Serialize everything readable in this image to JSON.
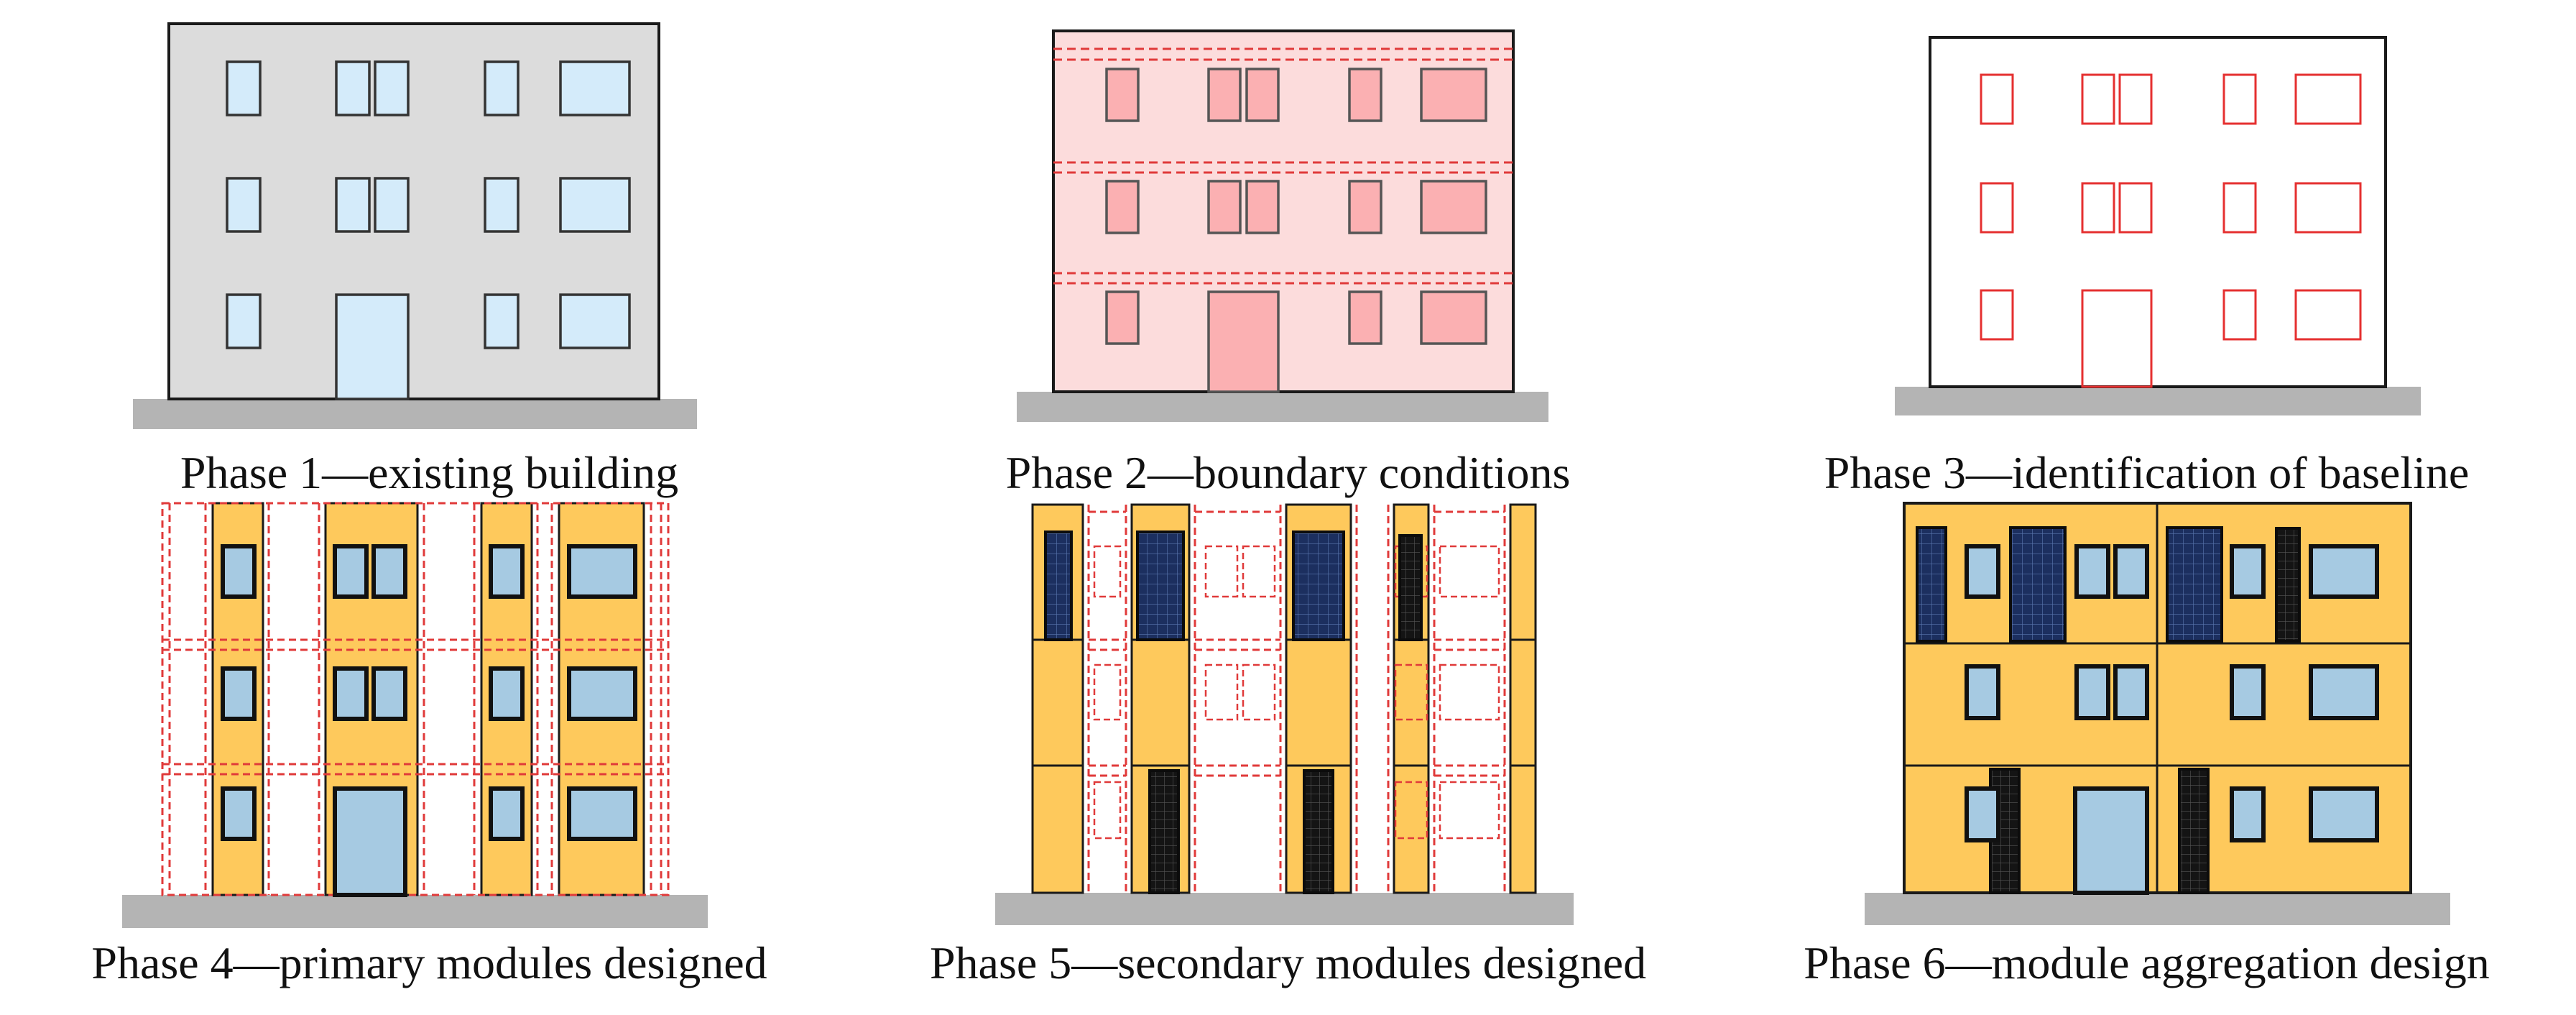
{
  "panels": [
    {
      "id": "phase-1",
      "caption": "Phase 1—existing building"
    },
    {
      "id": "phase-2",
      "caption": "Phase 2—boundary conditions"
    },
    {
      "id": "phase-3",
      "caption": "Phase 3—identification of baseline"
    },
    {
      "id": "phase-4",
      "caption": "Phase 4—primary modules designed"
    },
    {
      "id": "phase-5",
      "caption": "Phase 5—secondary modules designed"
    },
    {
      "id": "phase-6",
      "caption": "Phase 6—module aggregation design"
    }
  ],
  "colors": {
    "ground": "#b4b4b4",
    "existing_wall": "#dcdcdc",
    "existing_glass": "#d4ebfa",
    "boundary_wall": "#fcdcdc",
    "boundary_window": "#fbb0b2",
    "boundary_line": "#e03a3a",
    "baseline_line": "#e53030",
    "module_yellow": "#fec95c",
    "module_glass": "#a6cae2",
    "pv_navy": "#1c2f5f",
    "pv_black": "#141414",
    "outline": "#1a1a1a"
  }
}
